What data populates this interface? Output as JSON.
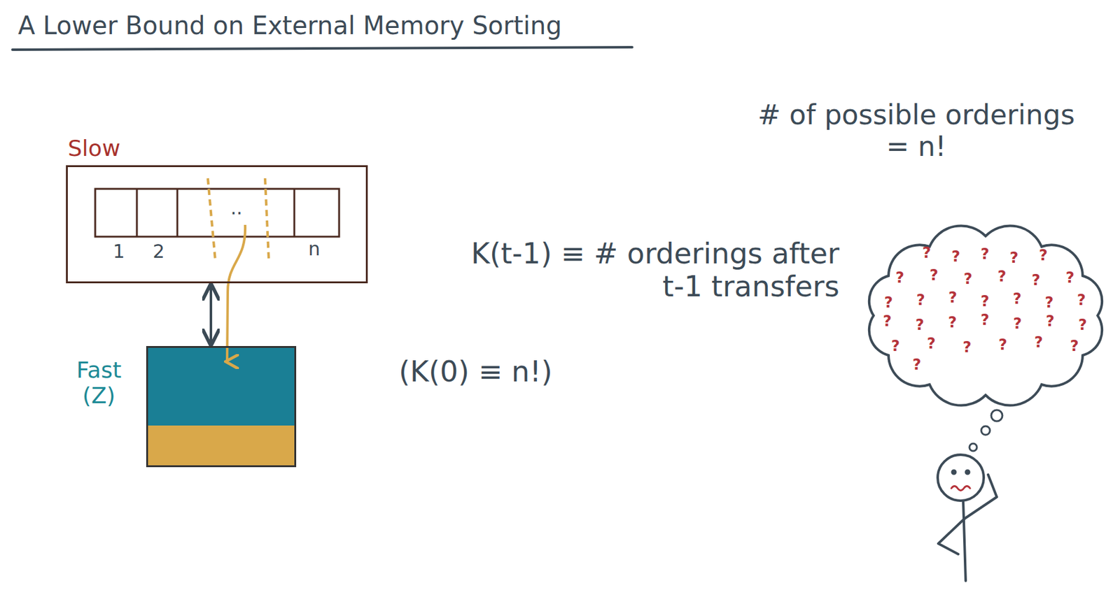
{
  "diagram": {
    "title": "A Lower Bound on External Memory Sorting",
    "nodes": [
      {
        "text": [
          "Slow"
        ]
      },
      {
        "text": [
          "Fast (Z)"
        ]
      }
    ],
    "edges": [
      {
        "from": 0,
        "to": 1,
        "arrow": "both"
      }
    ],
    "labels": [
      "1",
      "2",
      "..",
      "n",
      "# of possible orderings = n!",
      "K(t-1) ≡ # orderings after t-1 transfers",
      "(K(0) ≡ n!)",
      "?",
      "?",
      "?",
      "?",
      "?",
      "?",
      "?",
      "?",
      "?",
      "?",
      "?",
      "?",
      "?",
      "?",
      "?",
      "?",
      "?",
      "?",
      "?",
      "?",
      "?",
      "?",
      "?",
      "?",
      "?",
      "?",
      "?",
      "?",
      "?",
      "?",
      "?",
      "?"
    ]
  }
}
